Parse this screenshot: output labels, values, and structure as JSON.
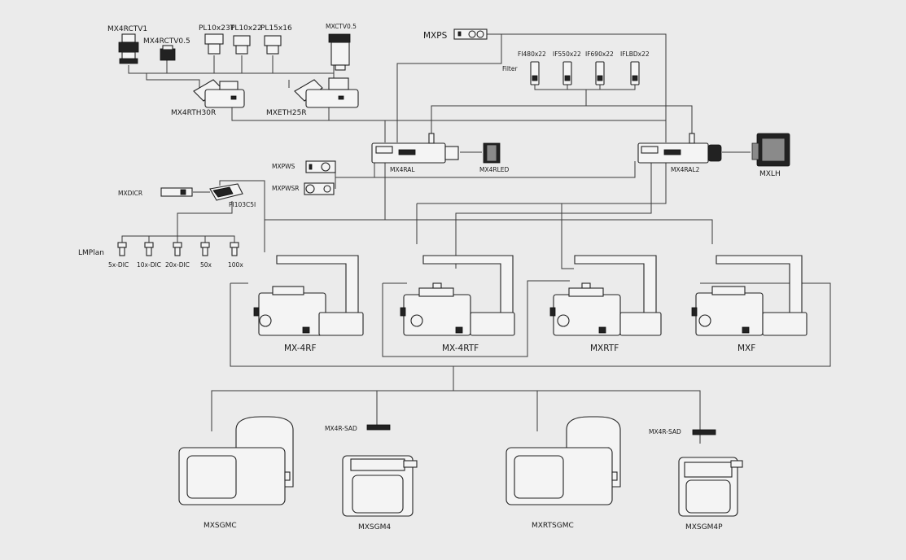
{
  "diagram": {
    "accessories_top": {
      "MX4RCTV1": "MX4RCTV1",
      "MX4RCTV05": "MX4RCTV0.5",
      "PL10x23T": "PL10x23T",
      "PL10x22": "PL10x22",
      "PL15x16": "PL15x16",
      "MXCTV05": "MXCTV0.5",
      "MX4RTH30R": "MX4RTH30R",
      "MXETH25R": "MXETH25R",
      "MXPS": "MXPS"
    },
    "filters": {
      "label": "Filter",
      "items": [
        "FI480x22",
        "IF550x22",
        "IF690x22",
        "IFLBDx22"
      ]
    },
    "illumination": {
      "MX4RAL": "MX4RAL",
      "MX4RLED": "MX4RLED",
      "MX4RAL2": "MX4RAL2",
      "MXLH": "MXLH",
      "MXPWS": "MXPWS",
      "MXPWSR": "MXPWSR"
    },
    "objectives": {
      "MXDICR": "MXDICR",
      "PI103C5I": "PI103C5I",
      "LMPlan": "LMPlan",
      "items": [
        "5x-DIC",
        "10x-DIC",
        "20x-DIC",
        "50x",
        "100x"
      ]
    },
    "microscopes": [
      "MX-4RF",
      "MX-4RTF",
      "MXRTF",
      "MXF"
    ],
    "stages": {
      "MXSGMC": "MXSGMC",
      "MXSGM4": "MXSGM4",
      "MXRTSGMC": "MXRTSGMC",
      "MXSGM4P": "MXSGM4P",
      "MX4RSAD_a": "MX4R-SAD",
      "MX4RSAD_b": "MX4R-SAD"
    }
  }
}
